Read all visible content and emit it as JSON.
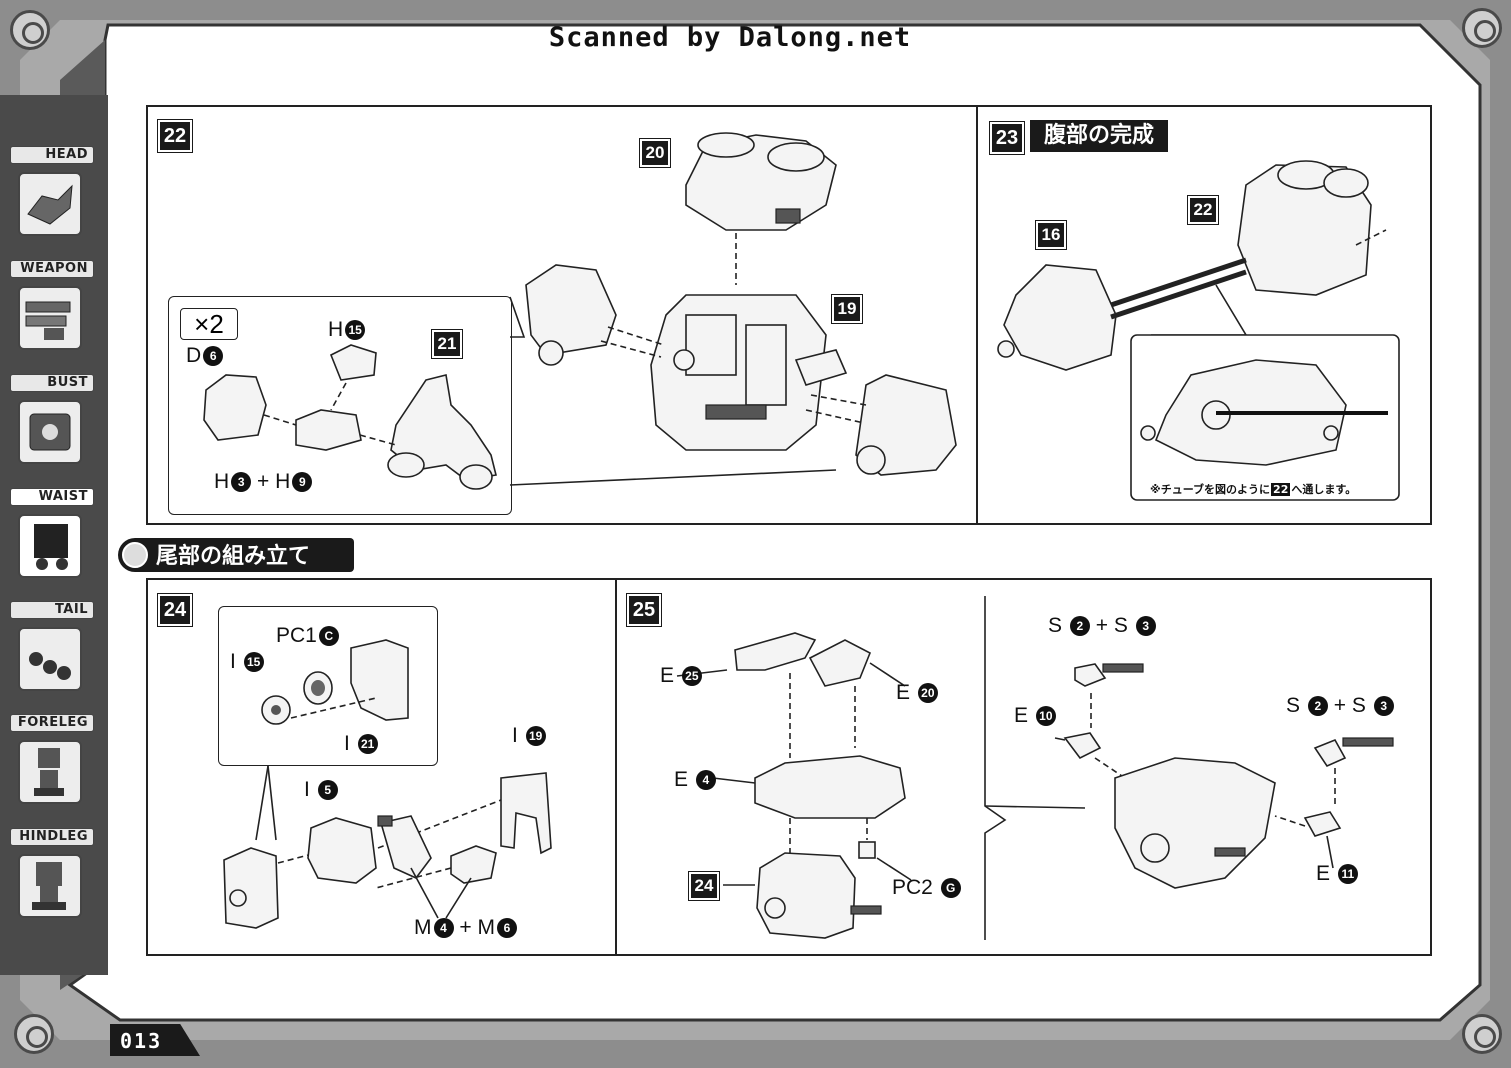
{
  "header": {
    "scan_credit": "Scanned by Dalong.net"
  },
  "page_number": "013",
  "sidebar": {
    "items": [
      {
        "label": "HEAD",
        "icon": "head-icon",
        "active": false
      },
      {
        "label": "WEAPON",
        "icon": "weapon-icon",
        "active": false
      },
      {
        "label": "BUST",
        "icon": "bust-icon",
        "active": false
      },
      {
        "label": "WAIST",
        "icon": "waist-icon",
        "active": true
      },
      {
        "label": "TAIL",
        "icon": "tail-icon",
        "active": false
      },
      {
        "label": "FORELEG",
        "icon": "foreleg-icon",
        "active": false
      },
      {
        "label": "HINDLEG",
        "icon": "hindleg-icon",
        "active": false
      }
    ]
  },
  "section": {
    "title": "尾部の組み立て"
  },
  "steps": {
    "s22": {
      "number": "22",
      "multiplier": "×2",
      "parts": {
        "p20": "20",
        "p19": "19",
        "p21": "21"
      },
      "labels": {
        "h15_letter": "H",
        "h15_num": "15",
        "d6_letter": "D",
        "d6_num": "6",
        "h3": "H",
        "h3_num": "3",
        "plus": "+",
        "h9": "H",
        "h9_num": "9"
      }
    },
    "s23": {
      "number": "23",
      "title": "腹部の完成",
      "parts": {
        "p22": "22",
        "p16": "16"
      },
      "note_before": "※チューブを図のように",
      "note_ref": "22",
      "note_after": "へ通します。"
    },
    "s24": {
      "number": "24",
      "labels": {
        "pc1": "PC1",
        "pc1_num": "C",
        "i15": "I",
        "i15_num": "15",
        "i21": "I",
        "i21_num": "21",
        "i19": "I",
        "i19_num": "19",
        "i5": "I",
        "i5_num": "5",
        "m4": "M",
        "m4_num": "4",
        "plus": "+",
        "m6": "M",
        "m6_num": "6"
      }
    },
    "s25": {
      "number": "25",
      "parts": {
        "p24": "24"
      },
      "labels": {
        "e25": "E",
        "e25_num": "25",
        "e20": "E",
        "e20_num": "20",
        "e4": "E",
        "e4_num": "4",
        "pc2": "PC2",
        "pc2_num": "G",
        "s2a": "S",
        "s2a_num": "2",
        "plus": "+",
        "s3a": "S",
        "s3a_num": "3",
        "s2b": "S",
        "s2b_num": "2",
        "s3b": "S",
        "s3b_num": "3",
        "e10": "E",
        "e10_num": "10",
        "e11": "E",
        "e11_num": "11"
      }
    }
  }
}
